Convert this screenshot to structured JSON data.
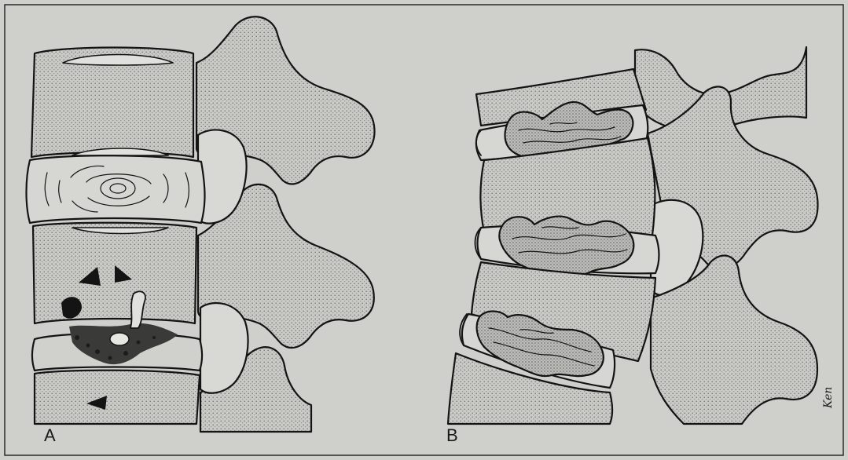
{
  "panels": [
    {
      "id": "A",
      "label": "A"
    },
    {
      "id": "B",
      "label": "B"
    }
  ],
  "signature": "Ken",
  "colors": {
    "paper": "#cfcfcc",
    "stipple": "#7d7d7a",
    "ink": "#141414",
    "disc": "#d6d6d2"
  }
}
